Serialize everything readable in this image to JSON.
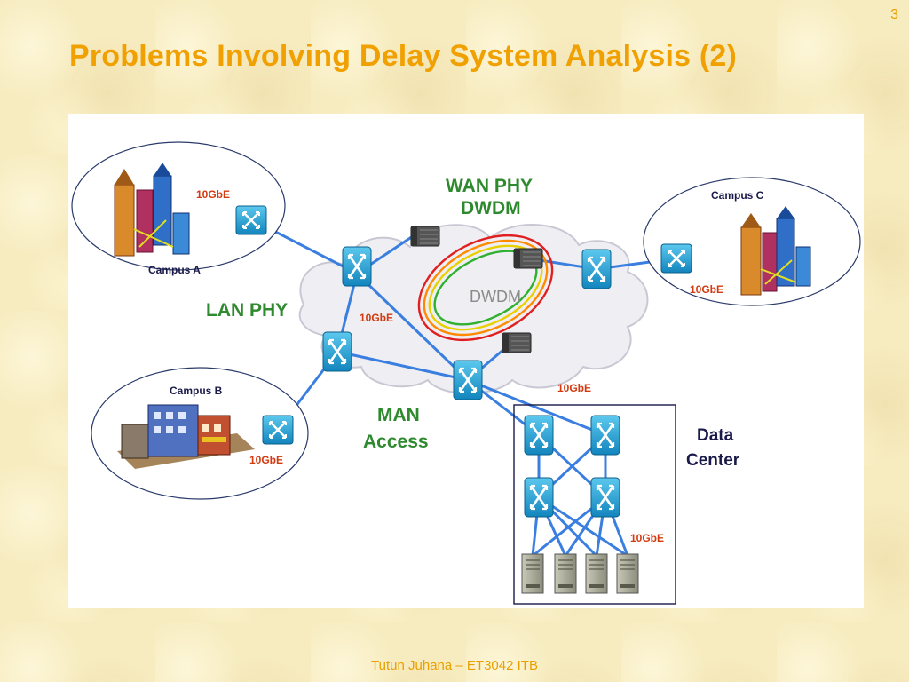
{
  "slide": {
    "number": "3",
    "title": "Problems Involving Delay System Analysis (2)",
    "footer": "Tutun Juhana – ET3042 ITB"
  },
  "diagram": {
    "campus_a": {
      "label": "Campus A",
      "link_label": "10GbE"
    },
    "campus_b": {
      "label": "Campus B",
      "link_label": "10GbE"
    },
    "campus_c": {
      "label": "Campus C",
      "link_label": "10GbE"
    },
    "wan": {
      "line1": "WAN PHY",
      "line2": "DWDM",
      "ring_label": "DWDM"
    },
    "lan_phy": "LAN PHY",
    "lan_link_label": "10GbE",
    "man": {
      "line1": "MAN",
      "line2": "Access"
    },
    "dc_uplink_label": "10GbE",
    "data_center": {
      "line1": "Data",
      "line2": "Center",
      "server_link_label": "10GbE"
    },
    "colors": {
      "links": "#3a7fe0",
      "switch": "#1fa6d8",
      "title": "#f0a000",
      "green_label": "#2f8a2f",
      "gbe_label": "#d43a10"
    },
    "icons": {
      "switch": "router-switch-icon",
      "dwdm_node": "dwdm-node-icon",
      "server": "server-icon",
      "building": "building-icon"
    }
  }
}
